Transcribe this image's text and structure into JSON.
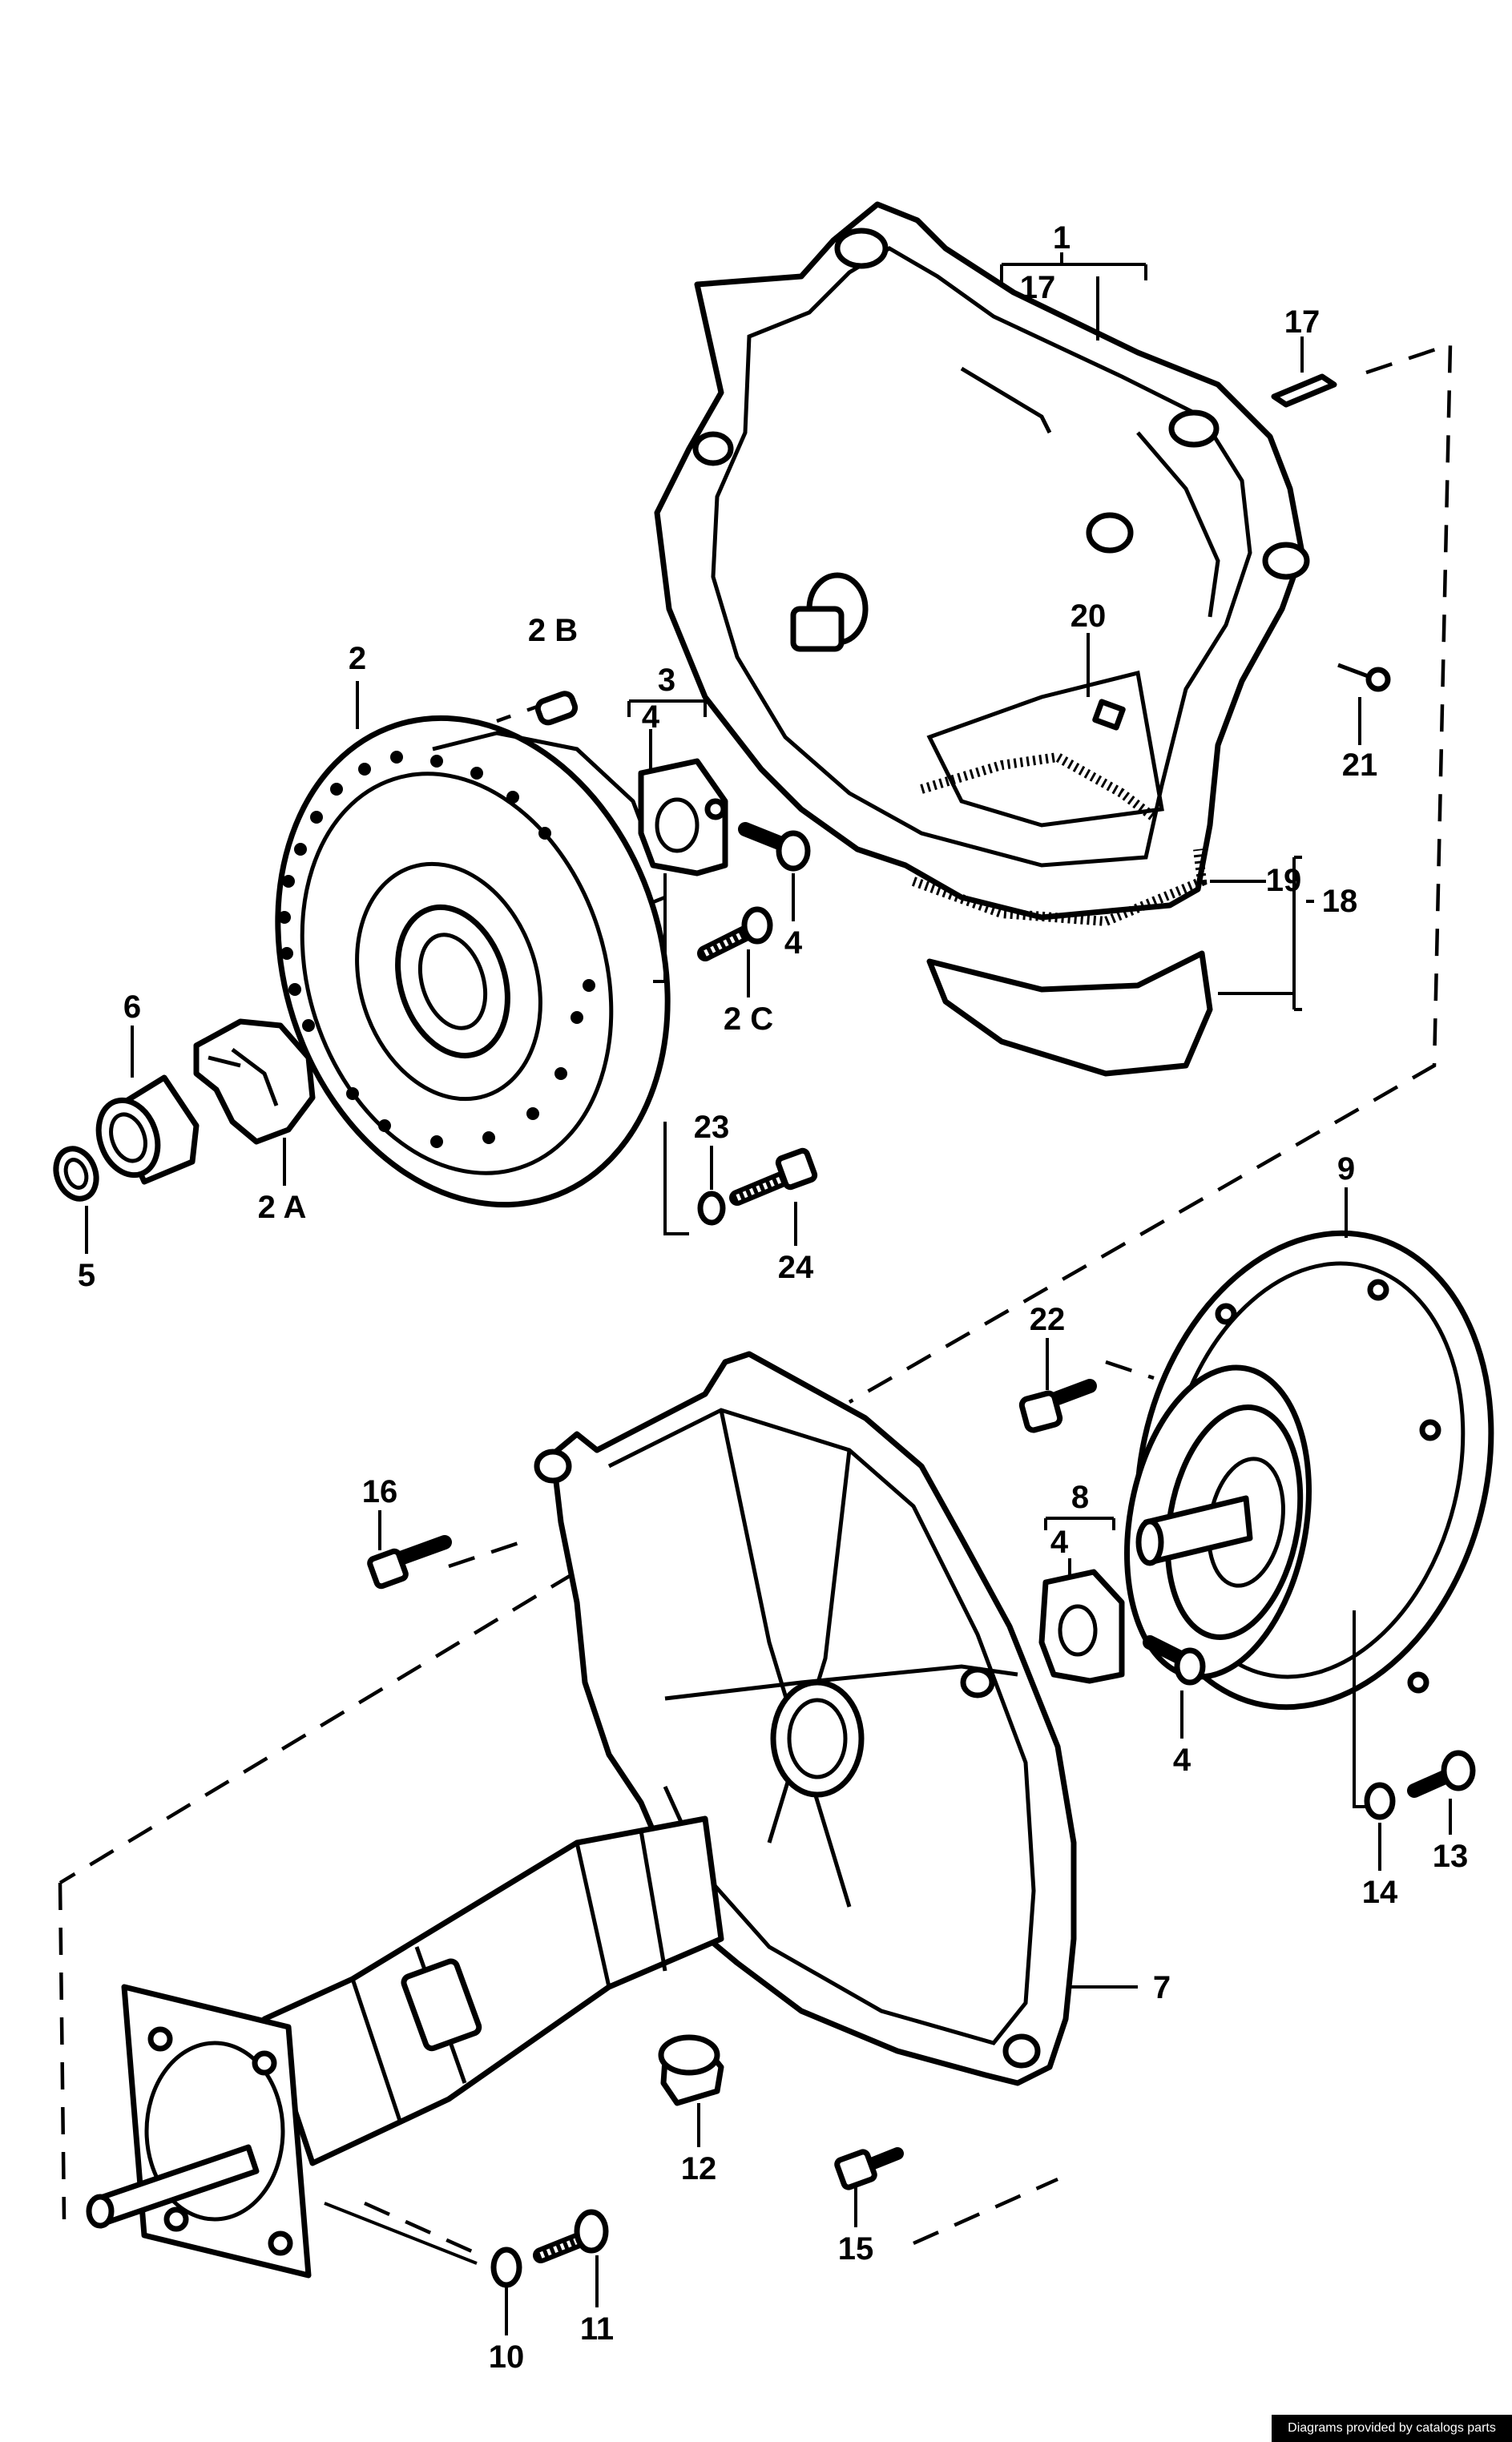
{
  "callouts": [
    {
      "id": "1",
      "label": "1"
    },
    {
      "id": "17a",
      "label": "17"
    },
    {
      "id": "17b",
      "label": "17"
    },
    {
      "id": "2",
      "label": "2"
    },
    {
      "id": "2B",
      "label": "2 B"
    },
    {
      "id": "3",
      "label": "3"
    },
    {
      "id": "4a",
      "label": "4"
    },
    {
      "id": "4b",
      "label": "4"
    },
    {
      "id": "2C",
      "label": "2 C"
    },
    {
      "id": "20",
      "label": "20"
    },
    {
      "id": "21",
      "label": "21"
    },
    {
      "id": "19",
      "label": "19"
    },
    {
      "id": "18",
      "label": "18"
    },
    {
      "id": "6",
      "label": "6"
    },
    {
      "id": "2A",
      "label": "2 A"
    },
    {
      "id": "5",
      "label": "5"
    },
    {
      "id": "23",
      "label": "23"
    },
    {
      "id": "24",
      "label": "24"
    },
    {
      "id": "9",
      "label": "9"
    },
    {
      "id": "22",
      "label": "22"
    },
    {
      "id": "16",
      "label": "16"
    },
    {
      "id": "8",
      "label": "8"
    },
    {
      "id": "4c",
      "label": "4"
    },
    {
      "id": "4d",
      "label": "4"
    },
    {
      "id": "14",
      "label": "14"
    },
    {
      "id": "13",
      "label": "13"
    },
    {
      "id": "7",
      "label": "7"
    },
    {
      "id": "12",
      "label": "12"
    },
    {
      "id": "15",
      "label": "15"
    },
    {
      "id": "11",
      "label": "11"
    },
    {
      "id": "10",
      "label": "10"
    }
  ],
  "credit": "Diagrams provided by catalogs parts"
}
